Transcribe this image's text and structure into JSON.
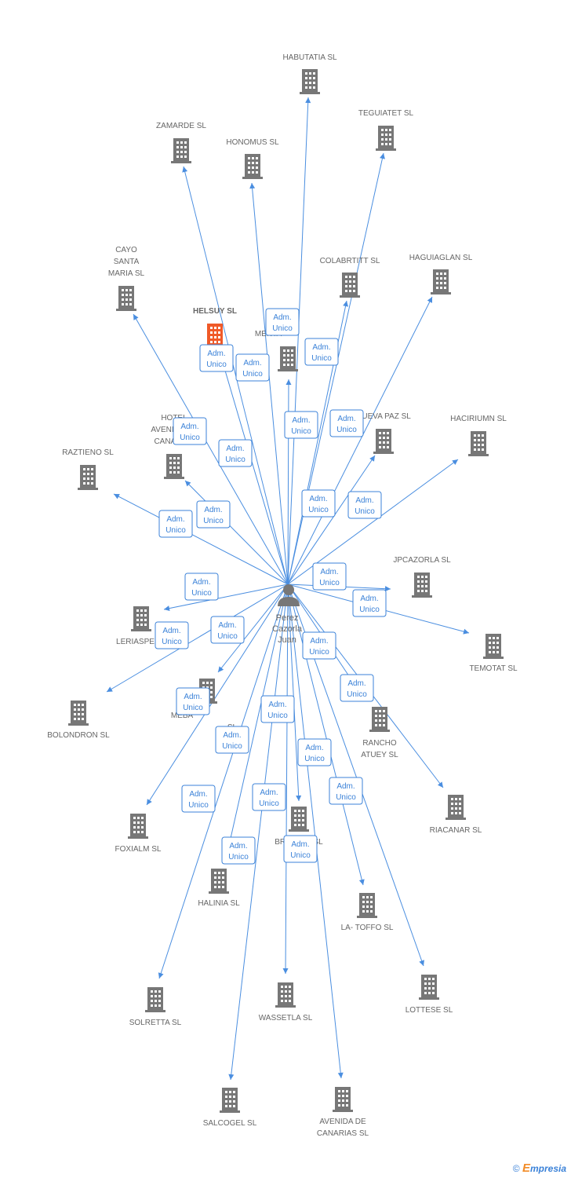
{
  "center": {
    "name_lines": [
      "Perez",
      "Cazorla",
      "Juan"
    ],
    "icon": "person-icon"
  },
  "colors": {
    "edge": "#4a8ee0",
    "building": "#777777",
    "highlight": "#f05a28",
    "label": "#666666"
  },
  "role": {
    "line1": "Adm.",
    "line2": "Unico"
  },
  "companies": [
    {
      "id": "habutatia",
      "lines": [
        "HABUTATIA SL"
      ]
    },
    {
      "id": "teguiatet",
      "lines": [
        "TEGUIATET SL"
      ]
    },
    {
      "id": "zamarde",
      "lines": [
        "ZAMARDE SL"
      ]
    },
    {
      "id": "honomus",
      "lines": [
        "HONOMUS SL"
      ]
    },
    {
      "id": "colabrtitt",
      "lines": [
        "COLABRTITT SL"
      ]
    },
    {
      "id": "haguiaglan",
      "lines": [
        "HAGUIAGLAN SL"
      ]
    },
    {
      "id": "cayo",
      "lines": [
        "CAYO",
        "SANTA",
        "MARIA SL"
      ]
    },
    {
      "id": "helsuy",
      "lines": [
        "HELSUY SL"
      ],
      "highlight": true
    },
    {
      "id": "menta",
      "lines": [
        "MENTA"
      ]
    },
    {
      "id": "hotel",
      "lines": [
        "HOTEL",
        "AVENIDA DE",
        "CANARIAS"
      ]
    },
    {
      "id": "nuevapaz",
      "lines": [
        "NUEVA PAZ SL"
      ]
    },
    {
      "id": "haciriumn",
      "lines": [
        "HACIRIUMN SL"
      ]
    },
    {
      "id": "raztieno",
      "lines": [
        "RAZTIENO SL"
      ]
    },
    {
      "id": "jpcazorla",
      "lines": [
        "JPCAZORLA SL"
      ]
    },
    {
      "id": "leriaspe",
      "lines": [
        "LERIASPE SL"
      ]
    },
    {
      "id": "temotat",
      "lines": [
        "TEMOTAT SL"
      ]
    },
    {
      "id": "bolondron",
      "lines": [
        "BOLONDRON SL"
      ]
    },
    {
      "id": "meba",
      "lines": [
        "MEBA",
        "SL"
      ]
    },
    {
      "id": "rancho",
      "lines": [
        "RANCHO",
        "ATUEY SL"
      ]
    },
    {
      "id": "foxialm",
      "lines": [
        "FOXIALM SL"
      ]
    },
    {
      "id": "riacanar",
      "lines": [
        "RIACANAR SL"
      ]
    },
    {
      "id": "bridatgi",
      "lines": [
        "BRIDATGI SL"
      ]
    },
    {
      "id": "halinia",
      "lines": [
        "HALINIA SL"
      ]
    },
    {
      "id": "latoffo",
      "lines": [
        "LA- TOFFO SL"
      ]
    },
    {
      "id": "solretta",
      "lines": [
        "SOLRETTA SL"
      ]
    },
    {
      "id": "wassetla",
      "lines": [
        "WASSETLA SL"
      ]
    },
    {
      "id": "lottese",
      "lines": [
        "LOTTESE SL"
      ]
    },
    {
      "id": "salcogel",
      "lines": [
        "SALCOGEL SL"
      ]
    },
    {
      "id": "avenida",
      "lines": [
        "AVENIDA DE",
        "CANARIAS SL"
      ]
    }
  ],
  "footer": {
    "copyright": "©",
    "brand_first": "E",
    "brand_rest": "mpresia"
  }
}
